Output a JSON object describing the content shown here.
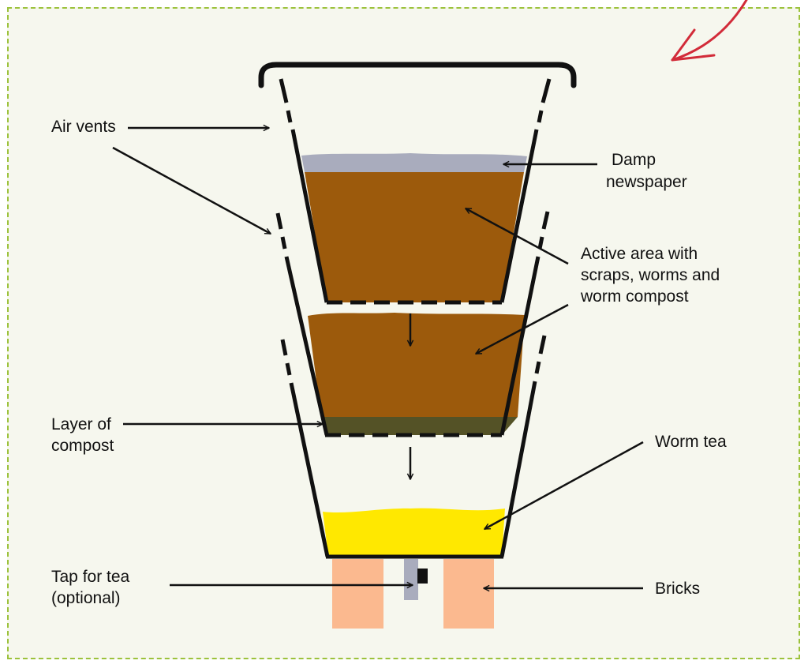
{
  "labels": {
    "air_vents": "Air vents",
    "damp_newspaper_l1": "Damp",
    "damp_newspaper_l2": "newspaper",
    "active_area_l1": "Active area with",
    "active_area_l2": "scraps, worms and",
    "active_area_l3": "worm compost",
    "layer_compost_l1": "Layer of",
    "layer_compost_l2": "compost",
    "worm_tea": "Worm tea",
    "tap_l1": "Tap for tea",
    "tap_l2": "(optional)",
    "bricks": "Bricks"
  },
  "colors": {
    "panel_bg": "#f6f7ee",
    "panel_border": "#9cc23c",
    "newspaper": "#a9acbd",
    "active_soil": "#9c5a0c",
    "compost_layer": "#545226",
    "worm_tea": "#ffe800",
    "brick": "#fbb98f",
    "tap": "#a9acbd",
    "outline": "#111111",
    "corner_arrow": "#d22b39"
  }
}
